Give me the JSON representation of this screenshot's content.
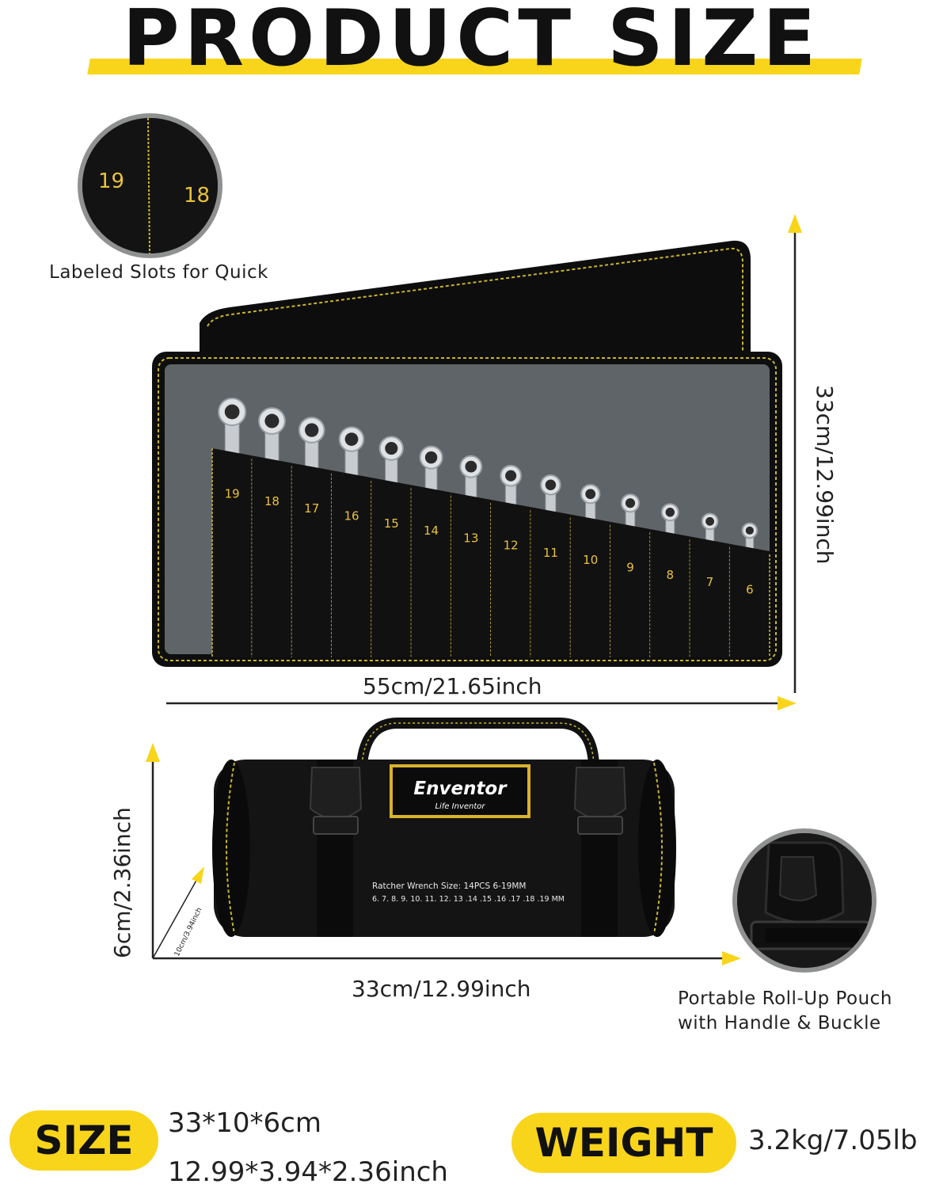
{
  "title": "PRODUCT SIZE",
  "captions": {
    "labeled_slots": "Labeled Slots for Quick",
    "portable_line1": "Portable Roll-Up Pouch",
    "portable_line2": "with Handle & Buckle"
  },
  "dimensions": {
    "open_width": "55cm/21.65inch",
    "open_height": "33cm/12.99inch",
    "rolled_length": "33cm/12.99inch",
    "rolled_height": "6cm/2.36inch",
    "rolled_depth": "10cm/3.94inch"
  },
  "zoom_slots": [
    "19",
    "18"
  ],
  "slot_numbers": [
    "19",
    "18",
    "17",
    "16",
    "15",
    "14",
    "13",
    "12",
    "11",
    "10",
    "9",
    "8",
    "7",
    "6"
  ],
  "pouch": {
    "brand": "Enventor",
    "tagline": "Life Inventor",
    "print_line1": "Ratcher  Wrench  Size:  14PCS  6-19MM",
    "print_line2": "6. 7. 8. 9. 10. 11. 12. 13 .14 .15 .16 .17 .18 .19 MM"
  },
  "specs": {
    "size_label": "SIZE",
    "size_metric": "33*10*6cm",
    "size_imperial": "12.99*3.94*2.36inch",
    "weight_label": "WEIGHT",
    "weight_value": "3.2kg/7.05lb"
  },
  "colors": {
    "accent": "#f8d51b",
    "fabric": "#111111",
    "panel": "#5f6468",
    "stitch": "#c9b52a"
  }
}
